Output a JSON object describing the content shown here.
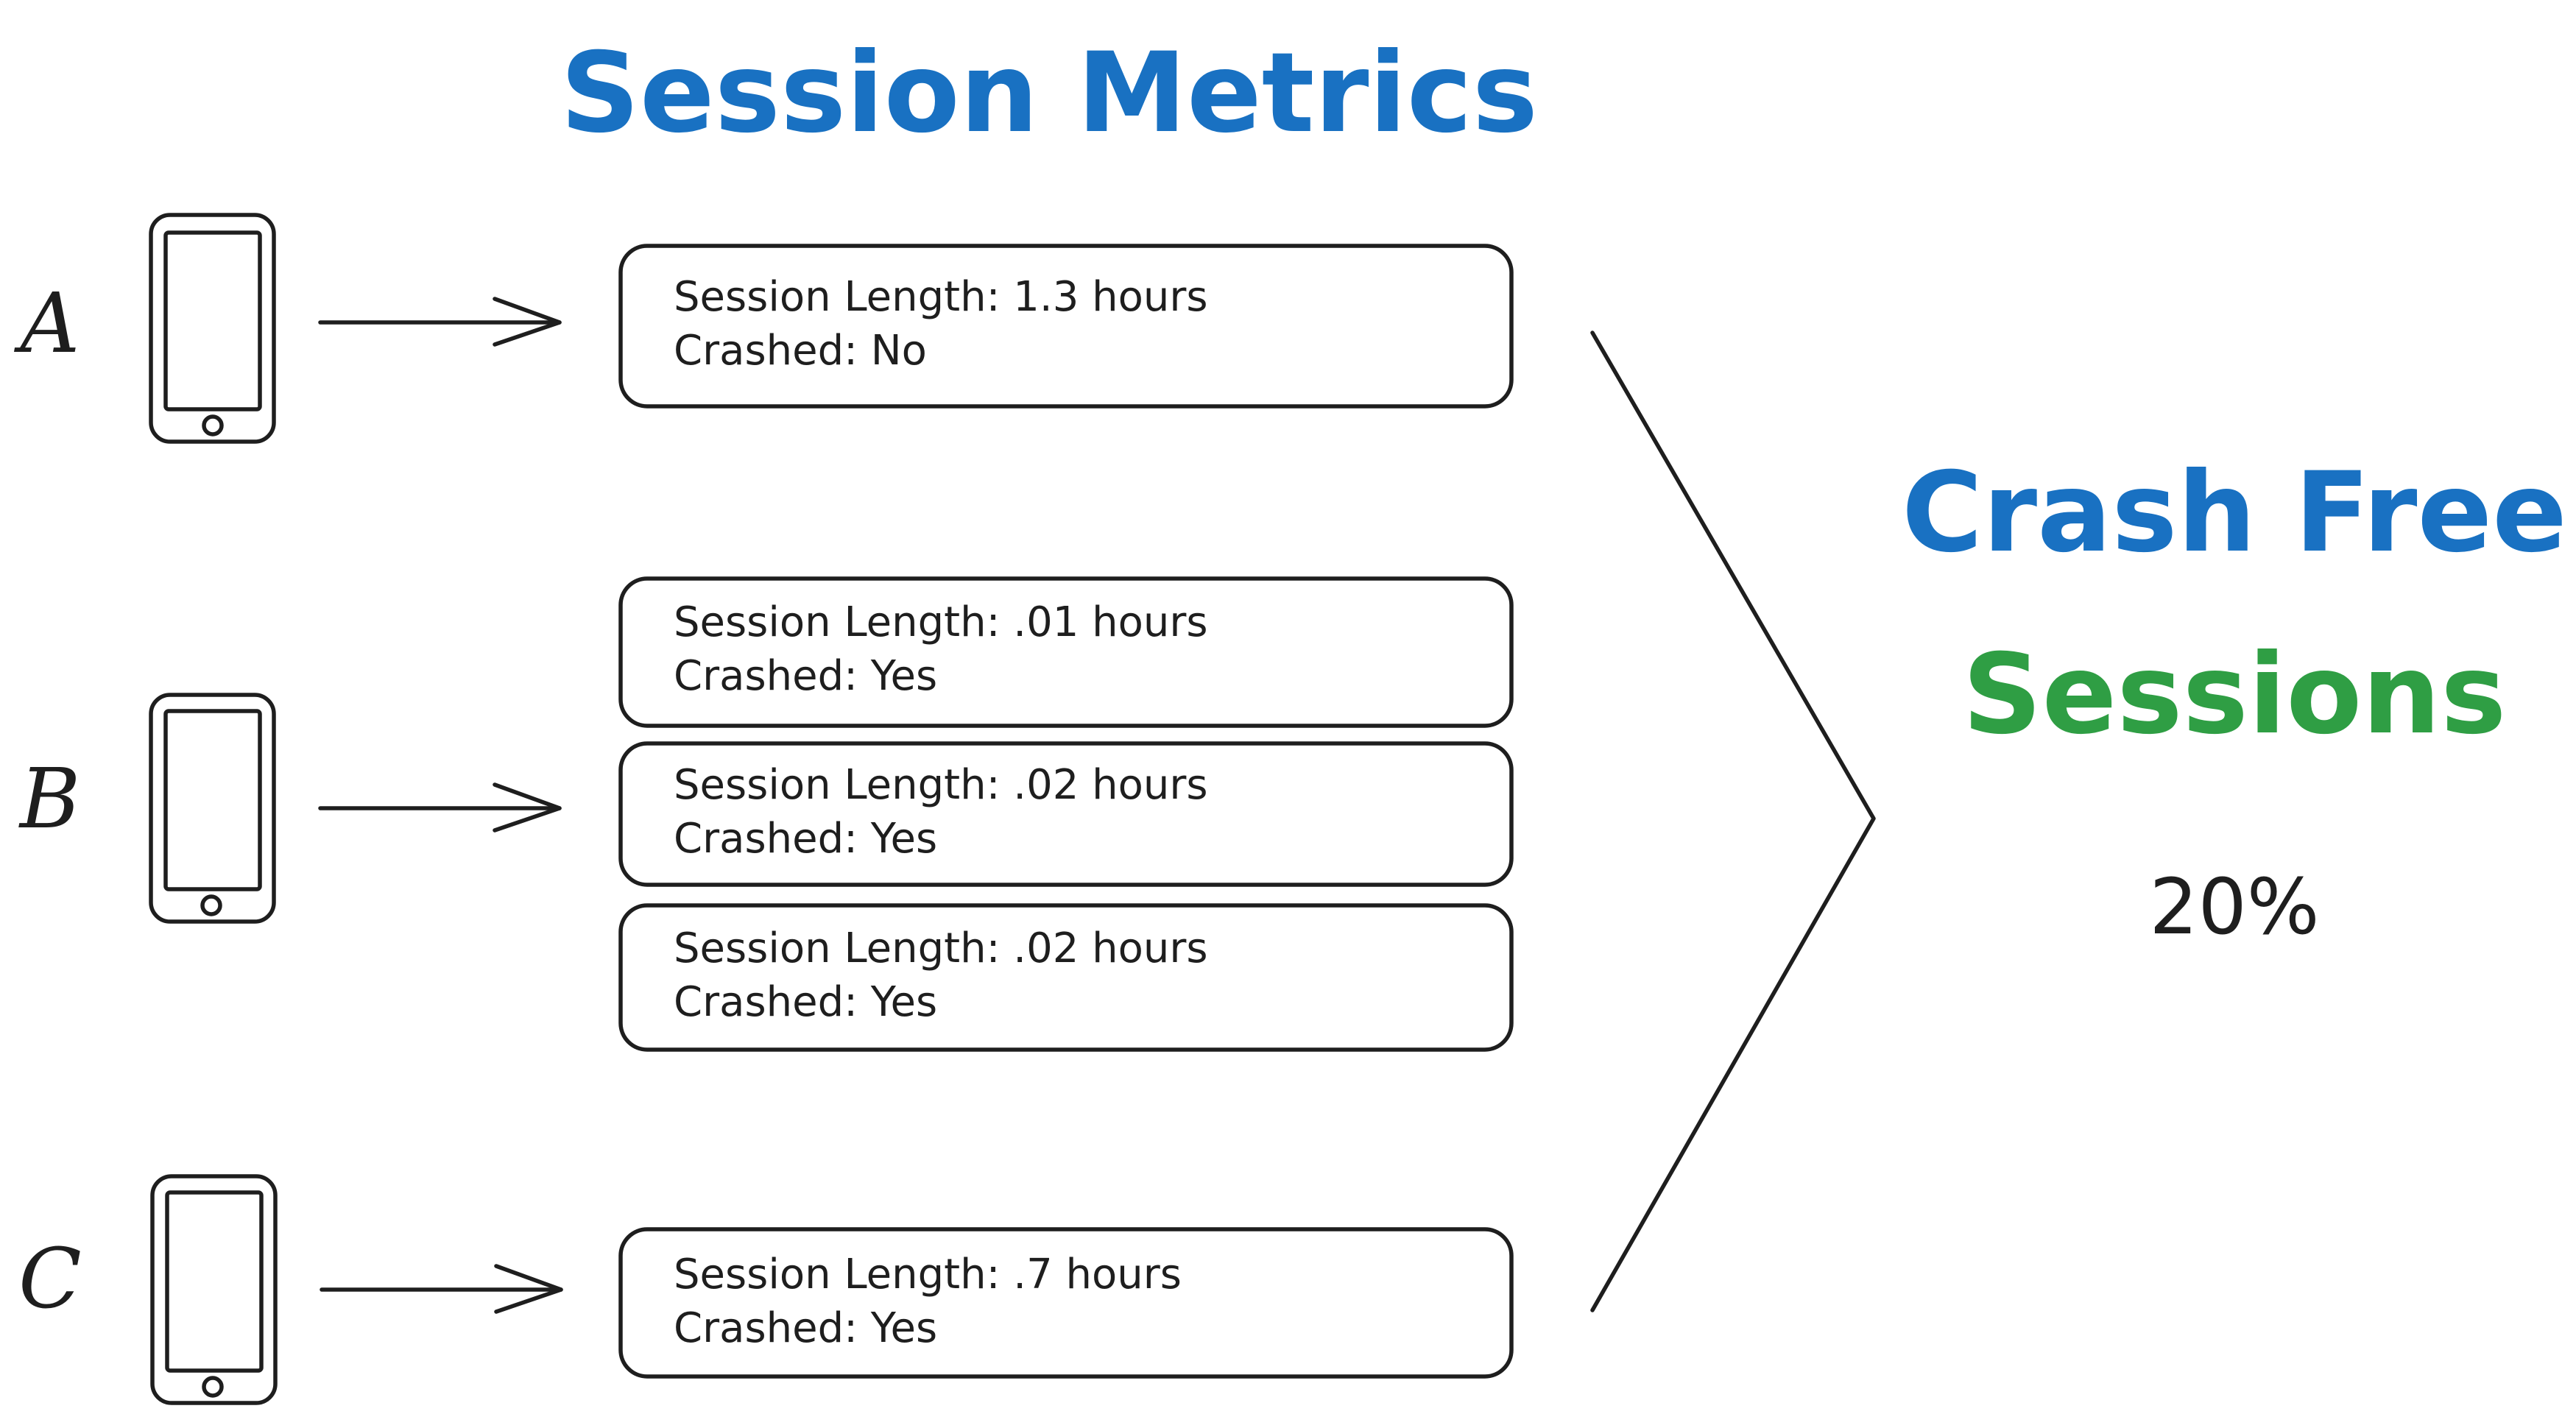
{
  "title": "Session Metrics",
  "devices": [
    {
      "letter": "A",
      "sessions": [
        {
          "length_line": "Session Length: 1.3 hours",
          "crashed_line": "Crashed: No"
        }
      ]
    },
    {
      "letter": "B",
      "sessions": [
        {
          "length_line": "Session Length: .01 hours",
          "crashed_line": "Crashed: Yes"
        },
        {
          "length_line": "Session Length: .02 hours",
          "crashed_line": "Crashed: Yes"
        },
        {
          "length_line": "Session Length: .02 hours",
          "crashed_line": "Crashed: Yes"
        }
      ]
    },
    {
      "letter": "C",
      "sessions": [
        {
          "length_line": "Session Length: .7 hours",
          "crashed_line": "Crashed: Yes"
        }
      ]
    }
  ],
  "result": {
    "title_line1": "Crash Free",
    "title_line2": "Sessions",
    "value": "20%"
  },
  "colors": {
    "title_blue": "#1971c2",
    "sessions_green": "#2f9e44",
    "ink": "#1e1e1e"
  },
  "icons": [
    "phone-icon",
    "arrow-right-icon",
    "bracket-chevron"
  ]
}
